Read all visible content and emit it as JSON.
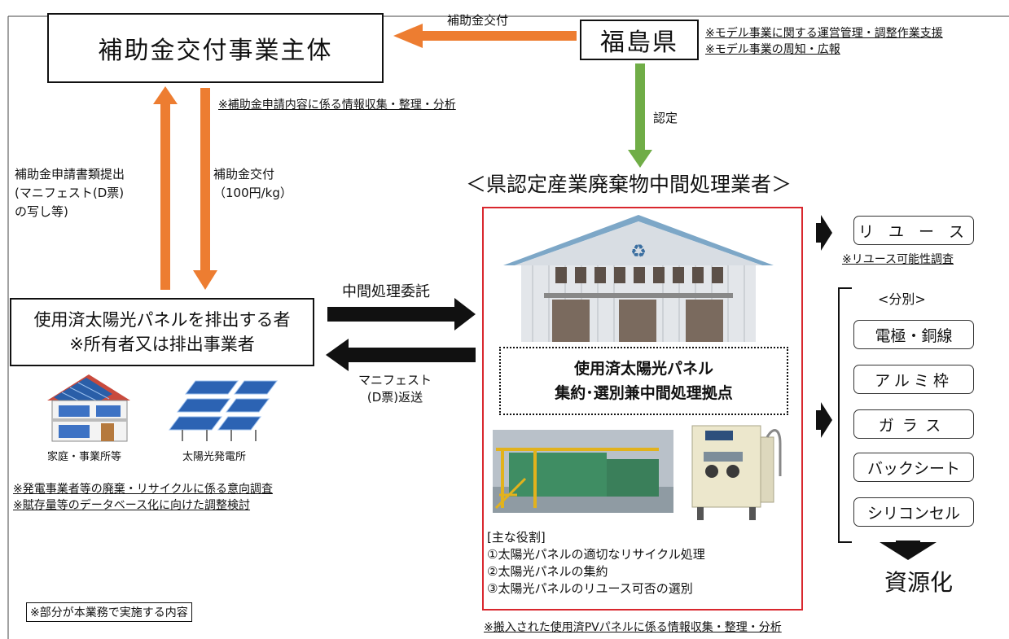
{
  "header_partial": "",
  "nodes": {
    "subsidy_body": "補助金交付事業主体",
    "fukushima": "福島県",
    "discharger_line1": "使用済太陽光パネルを排出する者",
    "discharger_line2": "※所有者又は排出事業者",
    "processor_title": "＜県認定産業廃棄物中間処理業者＞",
    "base_line1": "使用済太陽光パネル",
    "base_line2": "集約･選別兼中間処理拠点"
  },
  "flows": {
    "subsidy_grant_top": "補助金交付",
    "certification": "認定",
    "application_line1": "補助金申請書類提出",
    "application_line2": "(マニフェスト(D票)",
    "application_line3": "の写し等)",
    "grant_line1": "補助金交付",
    "grant_line2": "（100円/kg）",
    "consign": "中間処理委託",
    "manifest_line1": "マニフェスト",
    "manifest_line2": "(D票)返送"
  },
  "notes": {
    "fukushima_1": "※モデル事業に関する運営管理・調整作業支援",
    "fukushima_2": "※モデル事業の周知・広報",
    "subsidy_info": "※補助金申請内容に係る情報収集・整理・分析",
    "survey_1": "※発電事業者等の廃棄・リサイクルに係る意向調査",
    "survey_2": "※賦存量等のデータベース化に向けた調整検討",
    "legend": "※部分が本業務で実施する内容",
    "reuse_survey": "※リユース可能性調査",
    "pv_info": "※搬入された使用済PVパネルに係る情報収集・整理・分析"
  },
  "captions": {
    "house": "家庭・事業所等",
    "solar_plant": "太陽光発電所"
  },
  "roles": {
    "heading": "[主な役割]",
    "items": [
      "①太陽光パネルの適切なリサイクル処理",
      "②太陽光パネルの集約",
      "③太陽光パネルのリユース可否の選別"
    ]
  },
  "outputs": {
    "reuse": "リ ユ ー ス",
    "sort_heading": "<分別>",
    "sort_items": [
      "電極・銅線",
      "アルミ枠",
      "ガラス",
      "バックシート",
      "シリコンセル"
    ],
    "resource": "資源化"
  },
  "colors": {
    "orange_arrow": "#ED7D31",
    "green_arrow": "#70AD47",
    "frame_red": "#D9272E",
    "black": "#111111"
  }
}
